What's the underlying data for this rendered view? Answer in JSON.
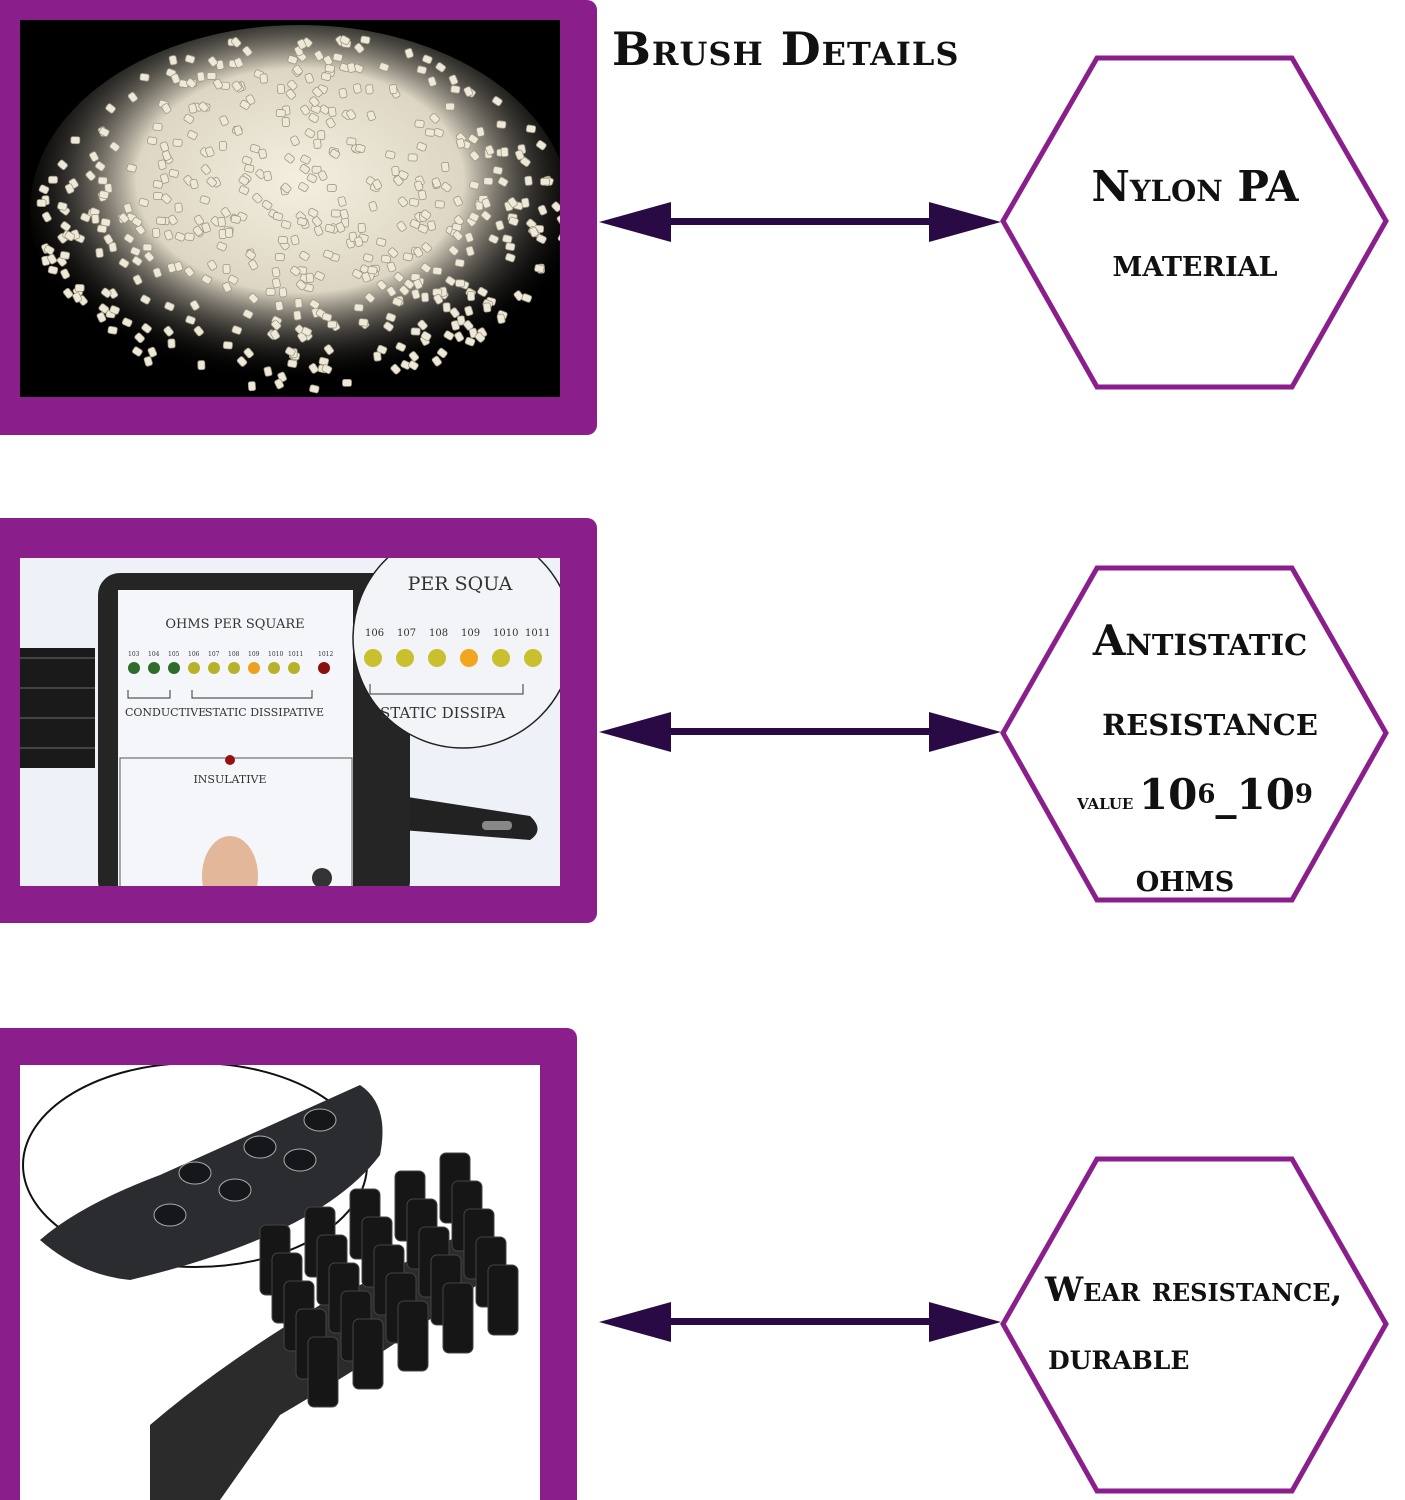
{
  "title": "Brush Details",
  "colors": {
    "panel": "#8a1f8c",
    "hex_stroke": "#8a1f8c",
    "arrow": "#2a0a44"
  },
  "rows": [
    {
      "feature_lines": [
        "Nylon PA",
        "material"
      ],
      "photo": "nylon-pellets-photo"
    },
    {
      "feature_lines": [
        "Antistatic",
        "resistance"
      ],
      "value_prefix": "value",
      "value_main": "10",
      "value_exp1": "6",
      "value_sep": "_10",
      "value_exp2": "9",
      "value_unit": "ohms",
      "photo": "resistance-meter-photo",
      "meter": {
        "heading": "OHMS  PER  SQUARE",
        "exponents": [
          "3",
          "4",
          "5",
          "6",
          "7",
          "8",
          "9",
          "10",
          "11",
          "12"
        ],
        "label_conductive": "CONDUCTIVE",
        "label_dissipative": "STATIC  DISSIPATIVE",
        "label_insulative": "INSULATIVE",
        "zoom_heading": "PER   SQUA",
        "zoom_exponents": [
          "6",
          "7",
          "8",
          "9",
          "10",
          "11"
        ],
        "zoom_label": "STATIC  DISSIPA"
      }
    },
    {
      "feature_lines": [
        "Wear resistance,",
        "durable"
      ],
      "photo": "brush-closeup-photo"
    }
  ]
}
